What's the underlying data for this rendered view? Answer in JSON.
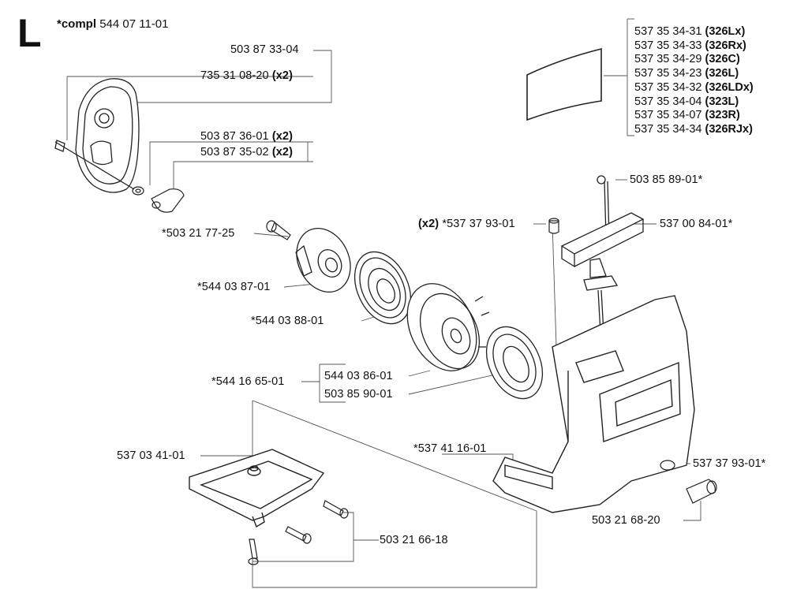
{
  "section_letter": "L",
  "compl": {
    "prefix": "*compl",
    "part": "544 07 11-01"
  },
  "labels": {
    "p1": "503 87 33-04",
    "p2": "735 31 08-20",
    "p2q": "(x2)",
    "p3": "503 87 36-01",
    "p3q": "(x2)",
    "p4": "503 87 35-02",
    "p4q": "(x2)",
    "p5": "*503 21 77-25",
    "p6": "*544 03 87-01",
    "p7": "*544 03 88-01",
    "p8": "*544 16 65-01",
    "p9": "544 03 86-01",
    "p10": "503 85 90-01",
    "p11": "537 03 41-01",
    "p12": "503 21 66-18",
    "p13q": "(x2)",
    "p13": "*537 37 93-01",
    "p14": "503 85 89-01*",
    "p15": "537 00 84-01*",
    "p16": "*537 41 16-01",
    "p17": "537 37 93-01*",
    "p18": "503 21 68-20"
  },
  "stickers": [
    {
      "part": "537 35 34-31",
      "model": "(326Lx)"
    },
    {
      "part": "537 35 34-33",
      "model": "(326Rx)"
    },
    {
      "part": "537 35 34-29",
      "model": "(326C)"
    },
    {
      "part": "537 35 34-23",
      "model": "(326L)"
    },
    {
      "part": "537 35 34-32",
      "model": "(326LDx)"
    },
    {
      "part": "537 35 34-04",
      "model": "(323L)"
    },
    {
      "part": "537 35 34-07",
      "model": "(323R)"
    },
    {
      "part": "537 35 34-34",
      "model": "(326RJx)"
    }
  ]
}
